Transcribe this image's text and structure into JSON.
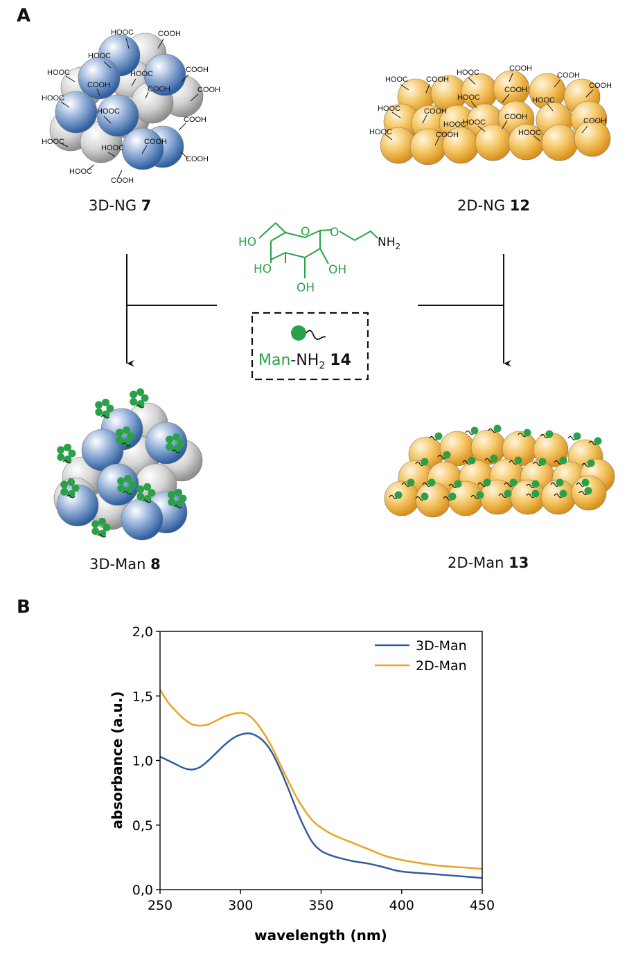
{
  "panel_a": {
    "letter": "A",
    "top_left": {
      "name": "3D-NG",
      "number": "7"
    },
    "top_right": {
      "name": "2D-NG",
      "number": "12"
    },
    "bottom_left": {
      "name": "3D-Man",
      "number": "8"
    },
    "bottom_right": {
      "name": "2D-Man",
      "number": "13"
    },
    "group_cooh": "COOH",
    "group_hooc": "HOOC",
    "reagent": {
      "prefix": "Man",
      "suffix_main": "-NH",
      "suffix_sub": "2",
      "number": "14",
      "structure_labels": {
        "ho": "HO",
        "oh": "OH",
        "o": "O",
        "nh": "NH",
        "nh_sub": "2"
      }
    },
    "colors": {
      "blue": "#3a6eb3",
      "gray": "#b8b8b8",
      "gold": "#e9a420",
      "green": "#2aa148"
    }
  },
  "panel_b": {
    "letter": "B",
    "chart_data": {
      "type": "line",
      "xlabel": "wavelength (nm)",
      "ylabel": "absorbance (a.u.)",
      "xlim": [
        250,
        450
      ],
      "ylim": [
        0,
        2.0
      ],
      "x_ticks": [
        "250",
        "300",
        "350",
        "400",
        "450"
      ],
      "y_ticks": [
        "0,0",
        "0,5",
        "1,0",
        "1,5",
        "2,0"
      ],
      "legend_position": "top-right",
      "series": [
        {
          "name": "3D-Man",
          "color": "#2f5d9e",
          "x": [
            250,
            255,
            260,
            265,
            270,
            275,
            280,
            285,
            290,
            295,
            300,
            305,
            310,
            315,
            320,
            325,
            330,
            335,
            340,
            345,
            350,
            355,
            360,
            370,
            380,
            390,
            400,
            420,
            440,
            450
          ],
          "y": [
            1.03,
            1.0,
            0.97,
            0.94,
            0.93,
            0.95,
            1.0,
            1.06,
            1.12,
            1.17,
            1.2,
            1.21,
            1.19,
            1.14,
            1.05,
            0.92,
            0.77,
            0.61,
            0.47,
            0.36,
            0.3,
            0.27,
            0.25,
            0.22,
            0.2,
            0.17,
            0.14,
            0.12,
            0.1,
            0.09
          ]
        },
        {
          "name": "2D-Man",
          "color": "#e9a420",
          "x": [
            250,
            255,
            260,
            265,
            270,
            275,
            280,
            285,
            290,
            295,
            300,
            305,
            310,
            315,
            320,
            325,
            330,
            335,
            340,
            345,
            350,
            355,
            360,
            370,
            380,
            390,
            400,
            420,
            440,
            450
          ],
          "y": [
            1.55,
            1.45,
            1.38,
            1.32,
            1.28,
            1.27,
            1.28,
            1.31,
            1.34,
            1.36,
            1.37,
            1.35,
            1.29,
            1.2,
            1.09,
            0.96,
            0.83,
            0.71,
            0.61,
            0.53,
            0.48,
            0.44,
            0.41,
            0.36,
            0.31,
            0.26,
            0.23,
            0.19,
            0.17,
            0.16
          ]
        }
      ]
    }
  }
}
